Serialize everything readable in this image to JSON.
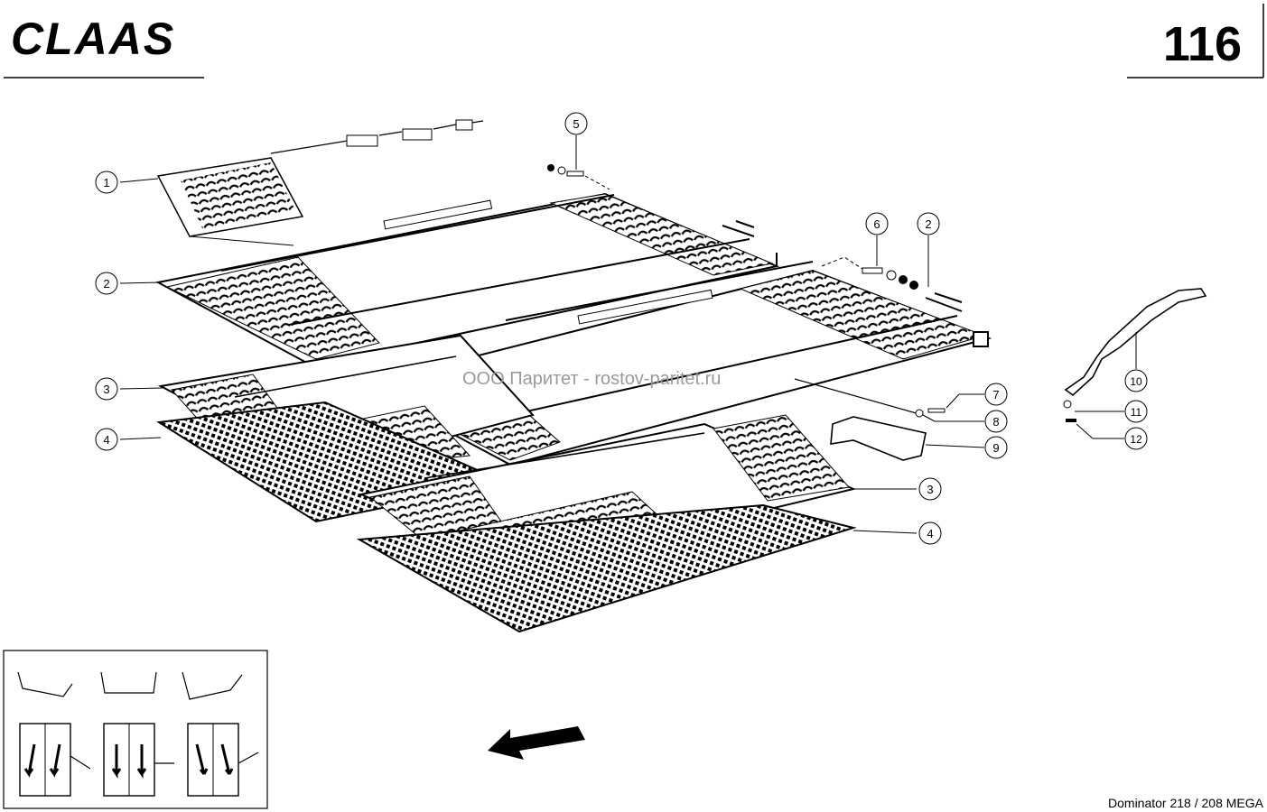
{
  "header": {
    "brand_logo": "CLAAS",
    "page_number": "116"
  },
  "footer": {
    "model": "Dominator 218 / 208 MEGA"
  },
  "watermark": "ООО Паритет - rostov-paritet.ru",
  "callouts": [
    "1",
    "2",
    "3",
    "4",
    "5",
    "6",
    "2",
    "7",
    "8",
    "9",
    "10",
    "11",
    "12",
    "3",
    "4"
  ],
  "icons": {
    "direction_arrow": "travel-direction-arrow-icon",
    "sieve_positions": "sieve-position-icon"
  }
}
